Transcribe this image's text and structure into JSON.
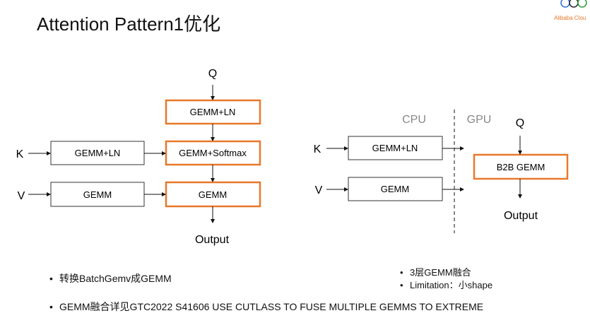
{
  "title": "Attention Pattern1优化",
  "logo": {
    "text": "Alibaba Cloud"
  },
  "colors": {
    "accent": "#E8782A",
    "muted": "#888888"
  },
  "left_diagram": {
    "q": "Q",
    "k": "K",
    "v": "V",
    "output": "Output",
    "k_box": "GEMM+LN",
    "v_box": "GEMM",
    "q_box": "GEMM+LN",
    "softmax_box": "GEMM+Softmax",
    "out_box": "GEMM"
  },
  "right_diagram": {
    "cpu": "CPU",
    "gpu": "GPU",
    "k": "K",
    "v": "V",
    "q": "Q",
    "output": "Output",
    "k_box": "GEMM+LN",
    "v_box": "GEMM",
    "b2b_box": "B2B GEMM"
  },
  "bullets": {
    "left": "转换BatchGemv成GEMM",
    "right": [
      "3层GEMM融合",
      "Limitation：小shape"
    ],
    "bottom": "GEMM融合详见GTC2022 S41606 USE CUTLASS TO FUSE MULTIPLE GEMMS TO EXTREME"
  }
}
